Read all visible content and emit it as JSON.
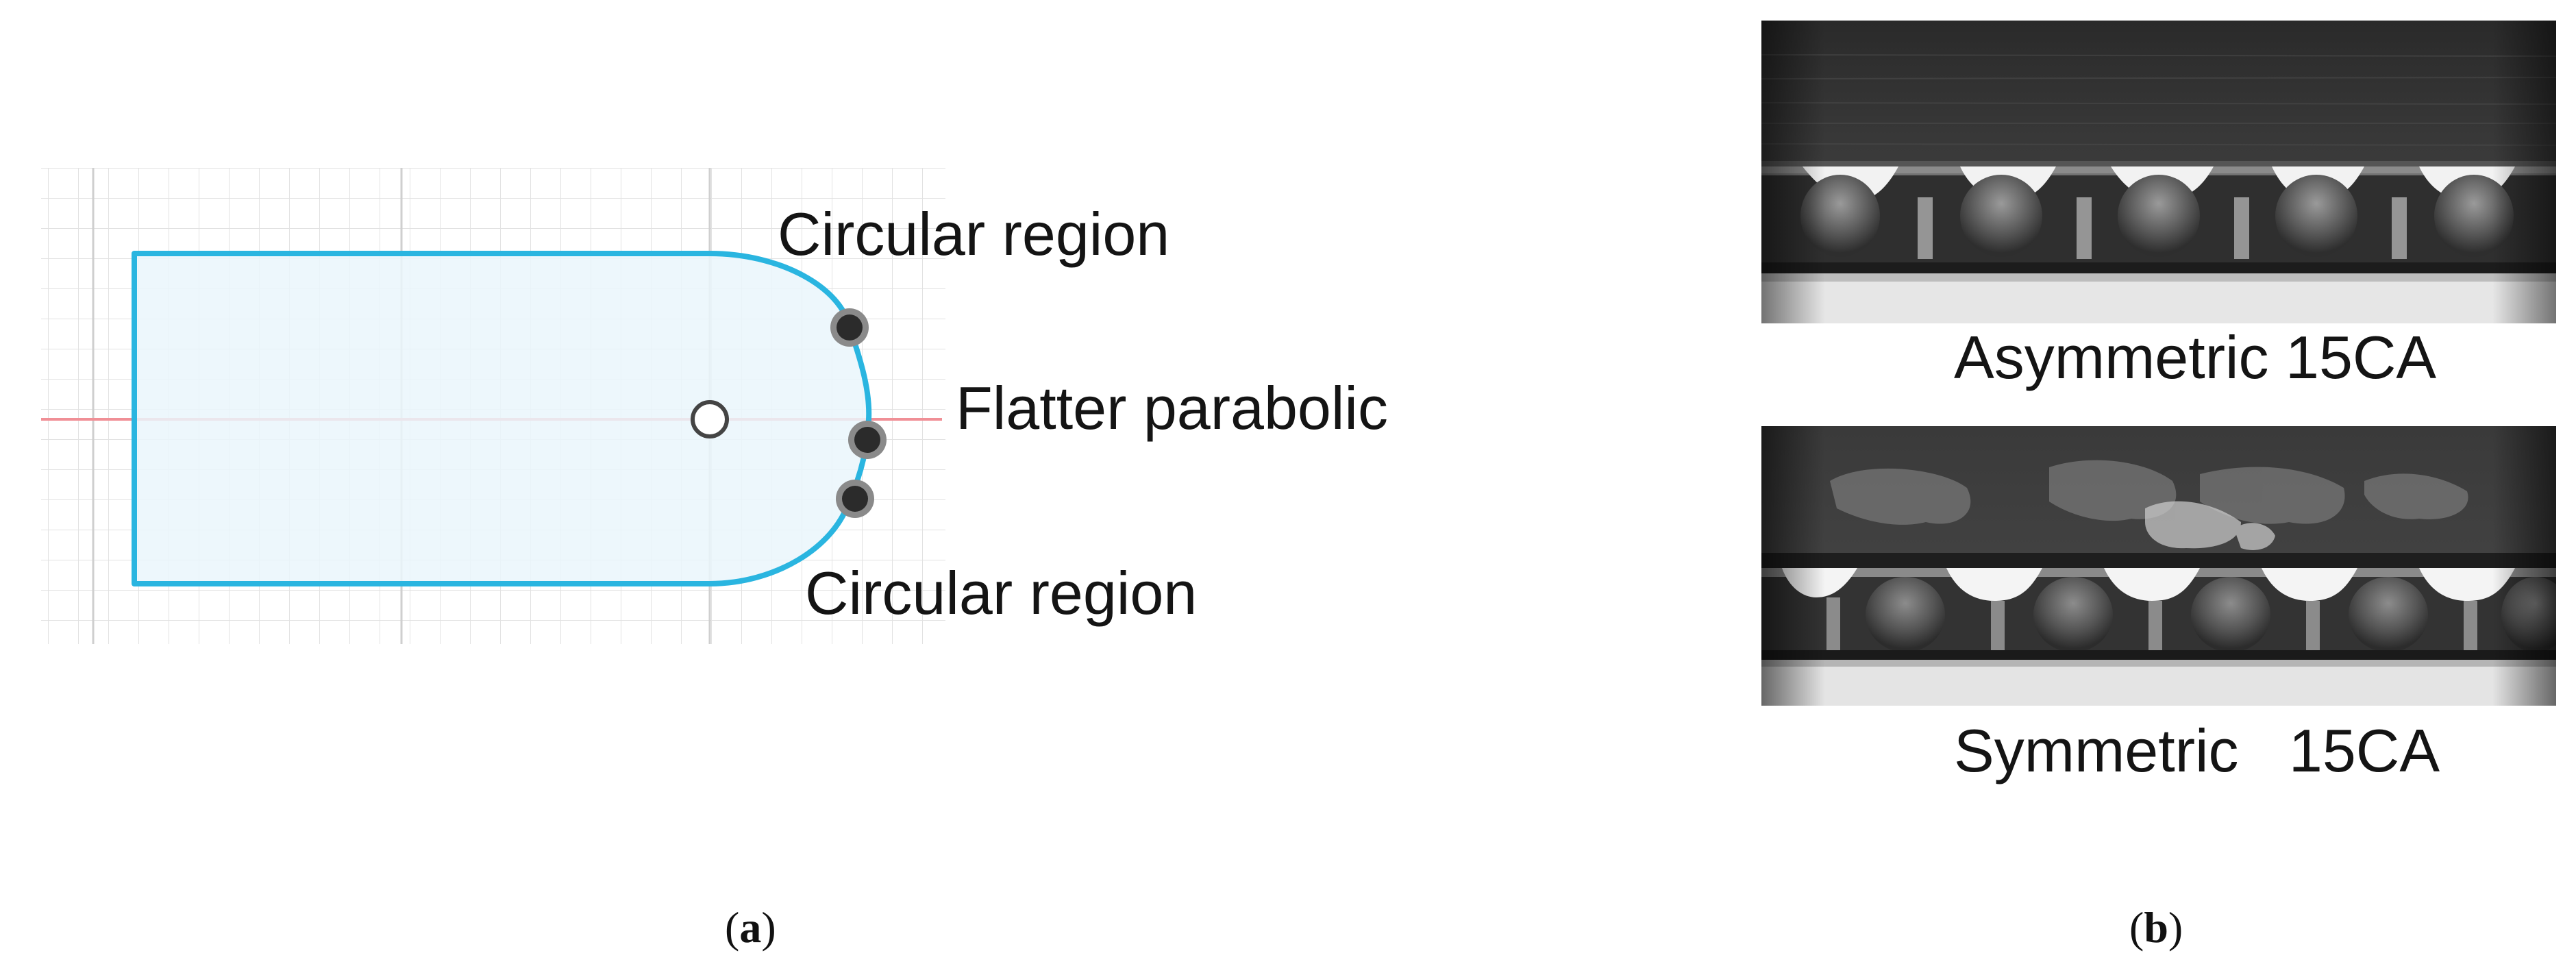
{
  "panel_a": {
    "labels": {
      "circular_top": "Circular region",
      "flatter": "Flatter parabolic",
      "circular_bottom": "Circular region"
    },
    "caption": {
      "open": "(",
      "letter": "a",
      "close": ")"
    },
    "colors": {
      "outline": "#2ab5e0",
      "fill": "#eaf6fb",
      "axis": "#f08f96",
      "grid": "#d4d4d4",
      "control_point": "#2b2b2b"
    }
  },
  "panel_b": {
    "photos": [
      {
        "label": "Asymmetric 15CA"
      },
      {
        "label": "Symmetric   15CA"
      }
    ],
    "caption": {
      "open": "(",
      "letter": "b",
      "close": ")"
    }
  }
}
